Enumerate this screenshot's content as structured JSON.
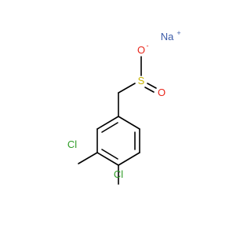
{
  "molecule": {
    "atoms": {
      "na": {
        "symbol": "Na",
        "charge": "+",
        "color": "#3d5ca8"
      },
      "o_minus": {
        "symbol": "O",
        "charge": "-",
        "color": "#e8261b"
      },
      "s": {
        "symbol": "S",
        "color": "#c8b400"
      },
      "o_double": {
        "symbol": "O",
        "color": "#e8261b"
      },
      "cl_upper": {
        "symbol": "Cl",
        "color": "#2f9d27"
      },
      "cl_lower": {
        "symbol": "Cl",
        "color": "#2f9d27"
      }
    },
    "bond_color": "#000000"
  }
}
